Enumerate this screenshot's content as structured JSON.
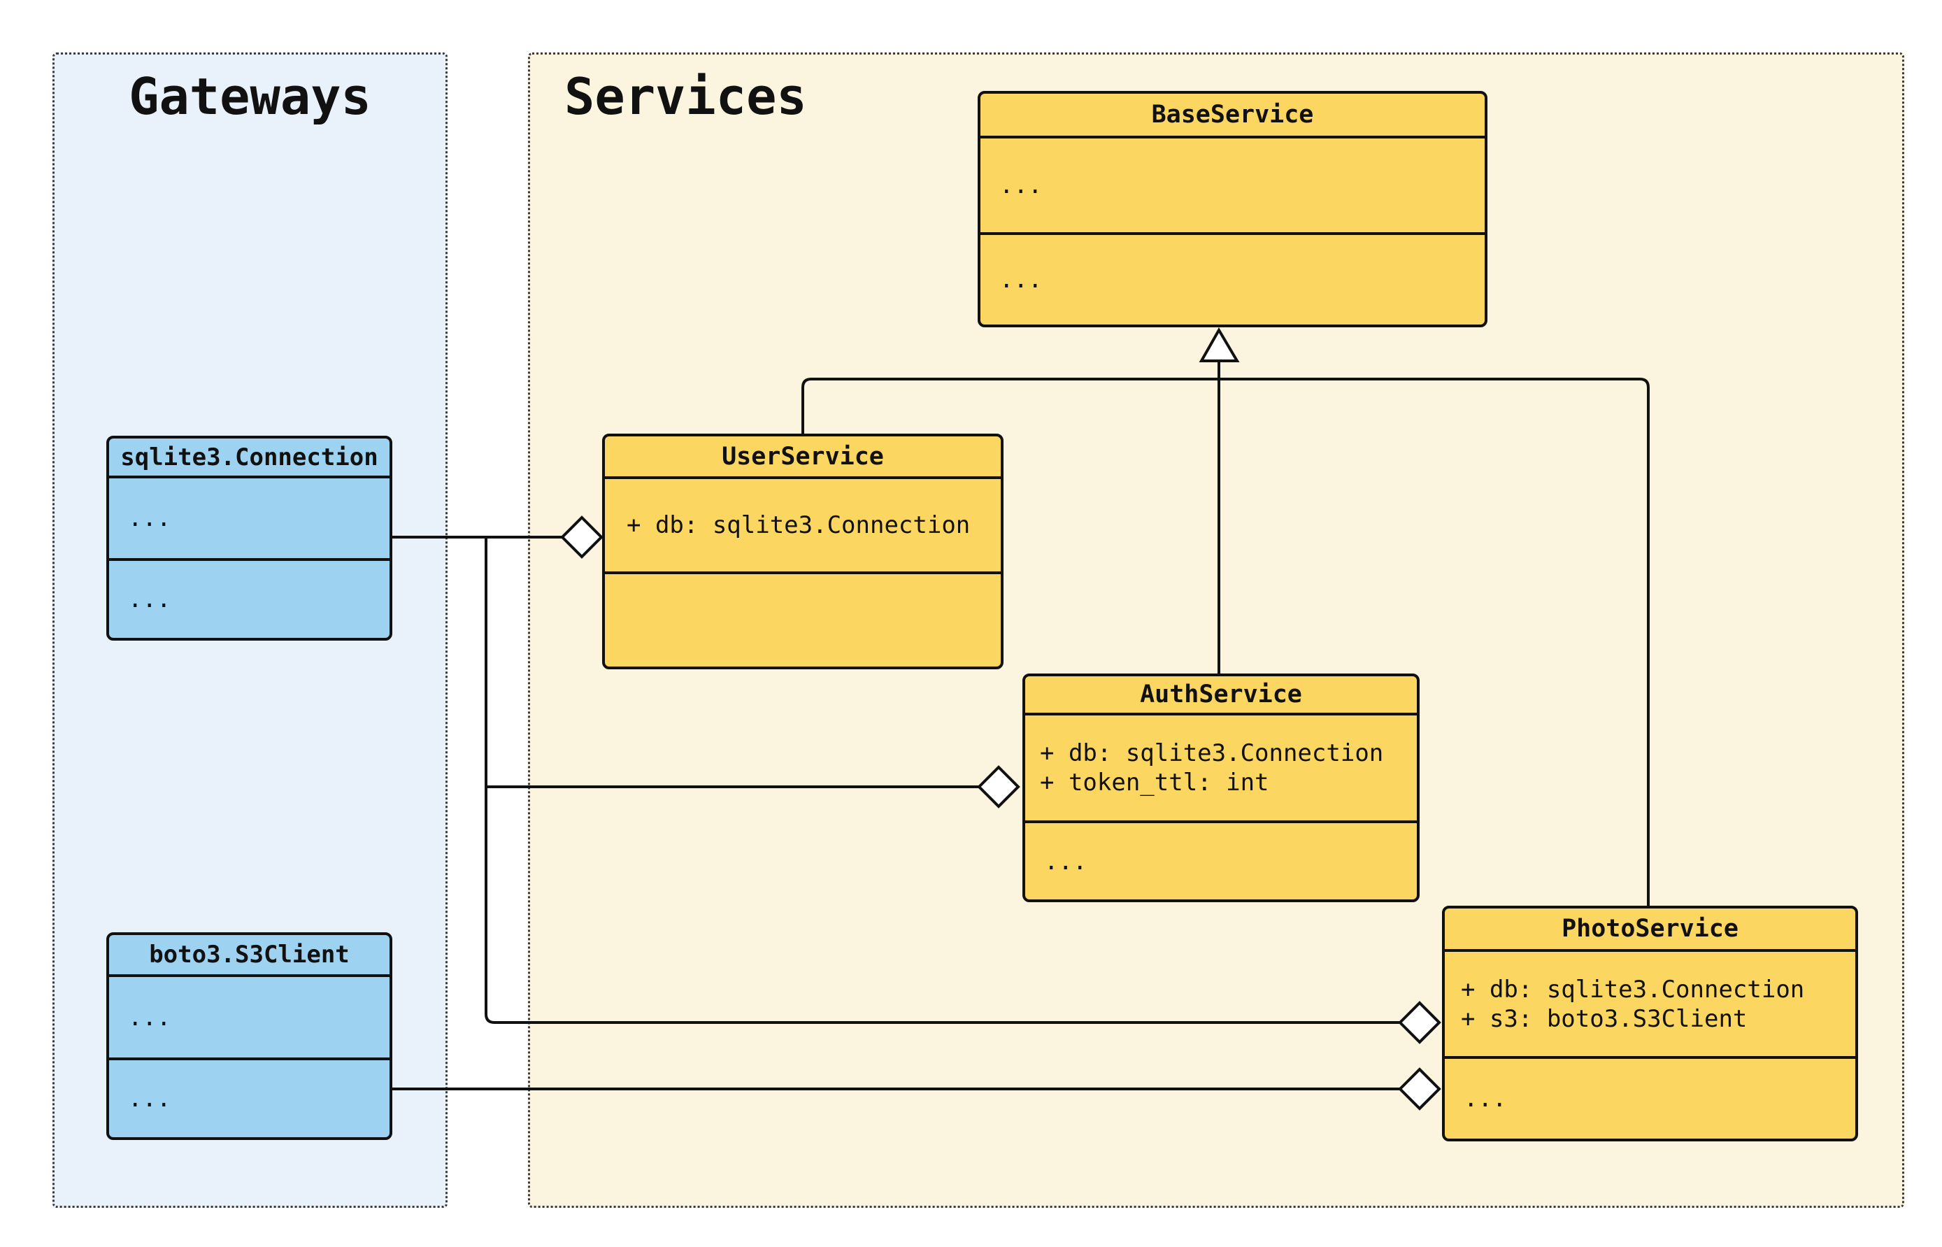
{
  "colors": {
    "page_bg": "#ffffff",
    "gateways_panel_bg": "#e9f1fb",
    "services_panel_bg": "#fbf4df",
    "gateway_class_fill": "#9dd2f1",
    "service_class_fill": "#fbd661",
    "line_color": "#111111"
  },
  "groups": {
    "gateways": {
      "label": "Gateways"
    },
    "services": {
      "label": "Services"
    }
  },
  "classes": {
    "base_service": {
      "name": "BaseService",
      "attributes": [
        "..."
      ],
      "methods": [
        "..."
      ]
    },
    "user_service": {
      "name": "UserService",
      "attributes": [
        "+ db: sqlite3.Connection"
      ],
      "methods": []
    },
    "auth_service": {
      "name": "AuthService",
      "attributes": [
        "+ db: sqlite3.Connection",
        "+ token_ttl: int"
      ],
      "methods": [
        "..."
      ]
    },
    "photo_service": {
      "name": "PhotoService",
      "attributes": [
        "+ db: sqlite3.Connection",
        "+ s3: boto3.S3Client"
      ],
      "methods": [
        "..."
      ]
    },
    "sqlite3_connection": {
      "name": "sqlite3.Connection",
      "attributes": [
        "..."
      ],
      "methods": [
        "..."
      ]
    },
    "boto3_s3client": {
      "name": "boto3.S3Client",
      "attributes": [
        "..."
      ],
      "methods": [
        "..."
      ]
    }
  },
  "relations": [
    {
      "type": "inheritance",
      "from": "UserService",
      "to": "BaseService"
    },
    {
      "type": "inheritance",
      "from": "AuthService",
      "to": "BaseService"
    },
    {
      "type": "inheritance",
      "from": "PhotoService",
      "to": "BaseService"
    },
    {
      "type": "aggregation",
      "from": "UserService",
      "to": "sqlite3.Connection",
      "member": "db"
    },
    {
      "type": "aggregation",
      "from": "AuthService",
      "to": "sqlite3.Connection",
      "member": "db"
    },
    {
      "type": "aggregation",
      "from": "PhotoService",
      "to": "sqlite3.Connection",
      "member": "db"
    },
    {
      "type": "aggregation",
      "from": "PhotoService",
      "to": "boto3.S3Client",
      "member": "s3"
    }
  ]
}
